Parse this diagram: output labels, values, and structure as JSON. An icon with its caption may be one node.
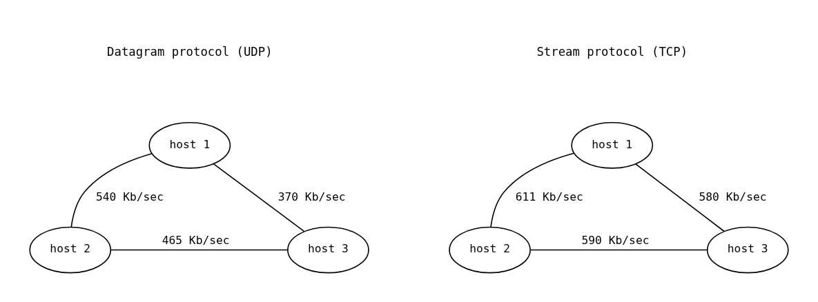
{
  "diagram": {
    "nodes": [
      {
        "text": [
          "host 1"
        ]
      },
      {
        "text": [
          "host 2"
        ]
      },
      {
        "text": [
          "host 3"
        ]
      },
      {
        "text": [
          "host 1"
        ]
      },
      {
        "text": [
          "host 2"
        ]
      },
      {
        "text": [
          "host 3"
        ]
      }
    ],
    "edges": [
      {
        "from": 0,
        "to": 1,
        "arrow": "none",
        "label": "540 Kb/sec"
      },
      {
        "from": 0,
        "to": 2,
        "arrow": "none",
        "label": "370 Kb/sec"
      },
      {
        "from": 1,
        "to": 2,
        "arrow": "none",
        "label": "465 Kb/sec"
      },
      {
        "from": 3,
        "to": 4,
        "arrow": "none",
        "label": "611 Kb/sec"
      },
      {
        "from": 3,
        "to": 5,
        "arrow": "none",
        "label": "580 Kb/sec"
      },
      {
        "from": 4,
        "to": 5,
        "arrow": "none",
        "label": "590 Kb/sec"
      }
    ],
    "labels": [
      "Datagram protocol (UDP)",
      "Stream protocol (TCP)"
    ]
  }
}
